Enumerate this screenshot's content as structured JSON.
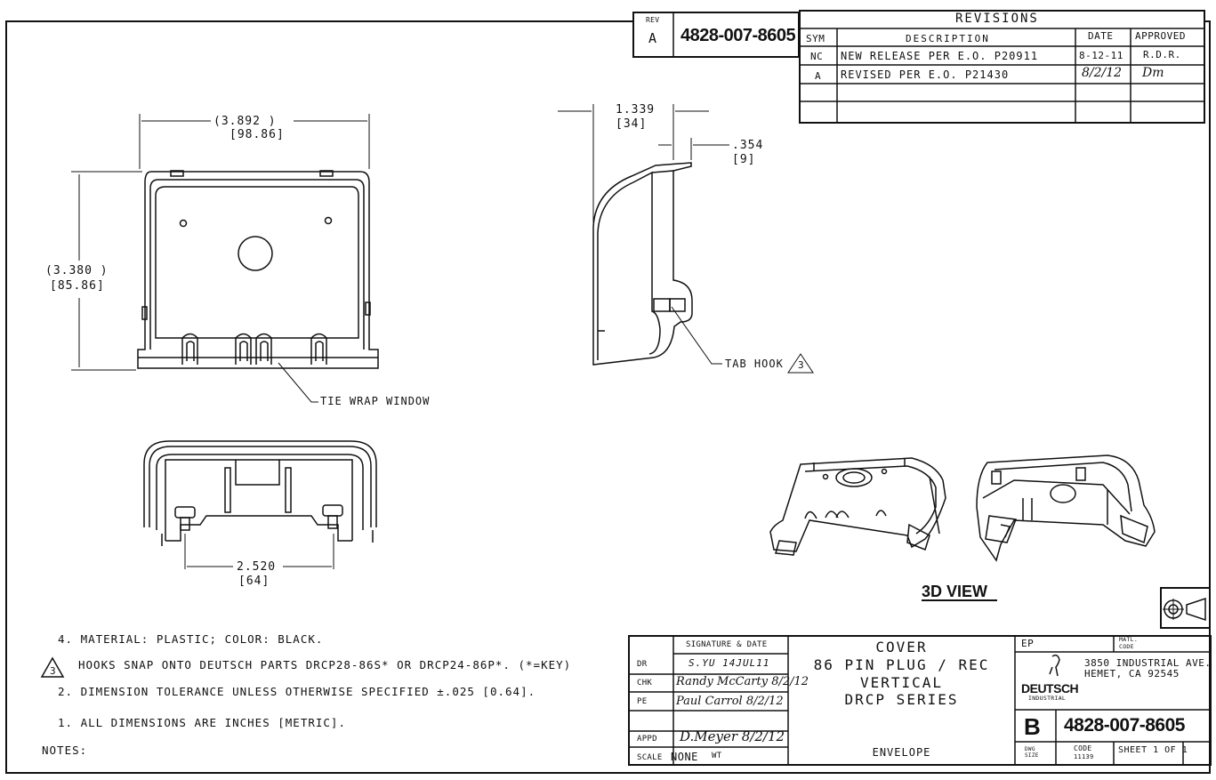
{
  "rev_block": {
    "rev_label": "REV",
    "rev_value": "A",
    "part_number": "4828-007-8605"
  },
  "revisions": {
    "title": "REVISIONS",
    "headers": {
      "sym": "SYM",
      "description": "DESCRIPTION",
      "date": "DATE",
      "approved": "APPROVED"
    },
    "rows": [
      {
        "sym": "NC",
        "description": "NEW RELEASE PER E.O. P20911",
        "date": "8-12-11",
        "approved": "R.D.R."
      },
      {
        "sym": "A",
        "description": "REVISED PER E.O. P21430",
        "date": "8/2/12",
        "approved": "Dm"
      }
    ]
  },
  "dimensions": {
    "front_width": "(3.892  )",
    "front_width_metric": "[98.86]",
    "front_height": "(3.380  )",
    "front_height_metric": "[85.86]",
    "side_depth": "1.339",
    "side_depth_metric": "[34]",
    "side_lip": ".354",
    "side_lip_metric": "[9]",
    "bottom_width": "2.520",
    "bottom_width_metric": "[64]"
  },
  "callouts": {
    "tie_wrap": "TIE WRAP WINDOW",
    "tab_hook": "TAB HOOK",
    "tab_hook_note": "3",
    "view_3d": "3D VIEW"
  },
  "notes": {
    "n4": "4. MATERIAL: PLASTIC; COLOR: BLACK.",
    "n3_marker": "3",
    "n3": "HOOKS SNAP ONTO DEUTSCH PARTS DRCP28-86S* OR DRCP24-86P*. (*=KEY)",
    "n2": "2. DIMENSION TOLERANCE UNLESS OTHERWISE SPECIFIED ±.025 [0.64].",
    "n1": "1. ALL DIMENSIONS ARE INCHES [METRIC].",
    "label": "NOTES:"
  },
  "title_block": {
    "sig_header": "SIGNATURE & DATE",
    "dr_label": "DR",
    "dr_value": "S.YU   14JUL11",
    "chk_label": "CHK",
    "chk_value": "Randy McCarty 8/2/12",
    "pe_label": "PE",
    "pe_value": "Paul Carrol 8/2/12",
    "appd_label": "APPD",
    "appd_value": "D.Meyer 8/2/12",
    "scale_label": "SCALE",
    "scale_value": "NONE",
    "scale_extra": "WT",
    "title_line1": "COVER",
    "title_line2": "86 PIN PLUG / REC",
    "title_line3": "VERTICAL",
    "title_line4": "DRCP SERIES",
    "envelope": "ENVELOPE",
    "ep": "EP",
    "matl_code": "MATL. CODE",
    "address1": "3850 INDUSTRIAL AVE.",
    "address2": "HEMET, CA 92545",
    "company": "DEUTSCH",
    "company_sub": "INDUSTRIAL",
    "size": "B",
    "dwg_number": "4828-007-8605",
    "dwg_size_label": "DWG SIZE",
    "code_label": "CODE",
    "code_value": "11139",
    "sheet": "SHEET 1 OF 1"
  }
}
